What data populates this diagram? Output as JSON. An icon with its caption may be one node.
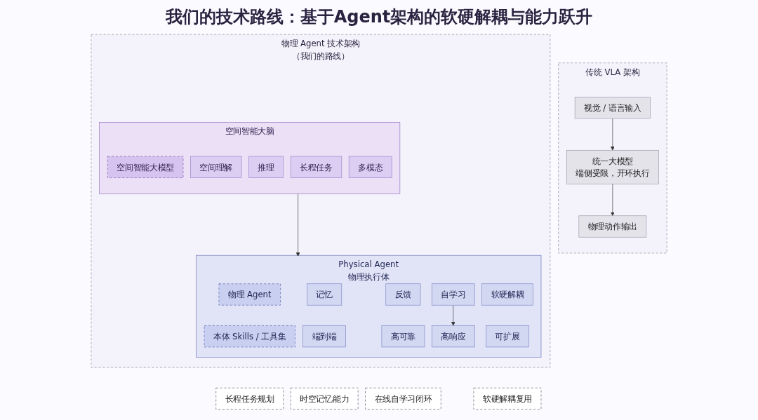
{
  "diagram": {
    "title": "我们的技术路线：基于Agent架构的软硬解耦与能力跃升",
    "nodes": [
      {
        "text": [
          "传统 VLA 架构"
        ]
      },
      {
        "text": [
          "视觉 / 语言输入"
        ],
        "in": 0
      },
      {
        "text": [
          "统一大模型",
          "端侧受限，开环执行"
        ],
        "in": 0
      },
      {
        "text": [
          "物理动作输出"
        ],
        "in": 0
      },
      {
        "text": [
          "物理 Agent 技术架构（我们的路线）"
        ]
      },
      {
        "text": [
          "空间智能大脑"
        ],
        "in": 4
      },
      {
        "text": [
          "空间智能大模型"
        ],
        "in": 5
      },
      {
        "text": [
          "空间理解"
        ],
        "in": 5
      },
      {
        "text": [
          "推理"
        ],
        "in": 5
      },
      {
        "text": [
          "长程任务"
        ],
        "in": 5
      },
      {
        "text": [
          "多模态"
        ],
        "in": 5
      },
      {
        "text": [
          "Physical Agent",
          "物理执行体"
        ],
        "in": 4
      },
      {
        "text": [
          "物理 Agent"
        ],
        "in": 11
      },
      {
        "text": [
          "本体 Skills / 工具集"
        ],
        "in": 11
      },
      {
        "text": [
          "记忆"
        ],
        "in": 11
      },
      {
        "text": [
          "反馈"
        ],
        "in": 11
      },
      {
        "text": [
          "自学习"
        ],
        "in": 11
      },
      {
        "text": [
          "软硬解耦"
        ],
        "in": 11
      },
      {
        "text": [
          "端到端"
        ],
        "in": 11
      },
      {
        "text": [
          "高可靠"
        ],
        "in": 11
      },
      {
        "text": [
          "高响应"
        ],
        "in": 11
      },
      {
        "text": [
          "可扩展"
        ],
        "in": 11
      },
      {
        "text": [
          "长程任务规划"
        ]
      },
      {
        "text": [
          "时空记忆能力"
        ]
      },
      {
        "text": [
          "在线自学习闭环"
        ]
      },
      {
        "text": [
          "软硬解耦复用"
        ]
      }
    ],
    "edges": [
      {
        "from": 1,
        "to": 2,
        "arrow": "to"
      },
      {
        "from": 2,
        "to": 3,
        "arrow": "to"
      },
      {
        "from": 5,
        "to": 11,
        "arrow": "to"
      },
      {
        "from": 16,
        "to": 20,
        "arrow": "to"
      }
    ]
  }
}
